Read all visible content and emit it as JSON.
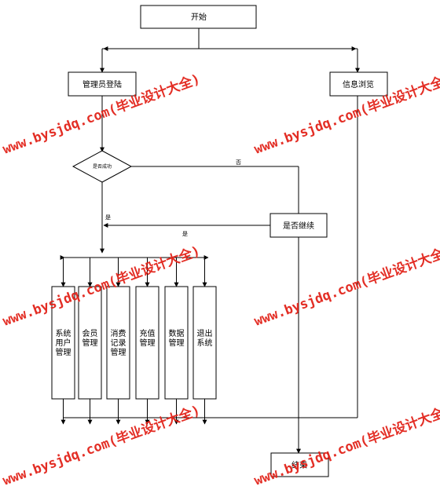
{
  "nodes": {
    "start": "开始",
    "admin_login": "管理员登陆",
    "info_browse": "信息浏览",
    "login_success": "是否成功",
    "continue_q": "是否继续",
    "end": "结束"
  },
  "modules": [
    {
      "lines": [
        "系统",
        "用户",
        "管理"
      ]
    },
    {
      "lines": [
        "会员",
        "管理"
      ]
    },
    {
      "lines": [
        "消费",
        "记录",
        "管理"
      ]
    },
    {
      "lines": [
        "充值",
        "管理"
      ]
    },
    {
      "lines": [
        "数据",
        "管理"
      ]
    },
    {
      "lines": [
        "退出",
        "系统"
      ]
    }
  ],
  "branch_labels": {
    "success_no": "否",
    "success_yes": "是",
    "continue_yes": "是"
  },
  "watermark": {
    "text": "www.bysjdq.com(毕业设计大全)",
    "color": "#e2231a"
  }
}
